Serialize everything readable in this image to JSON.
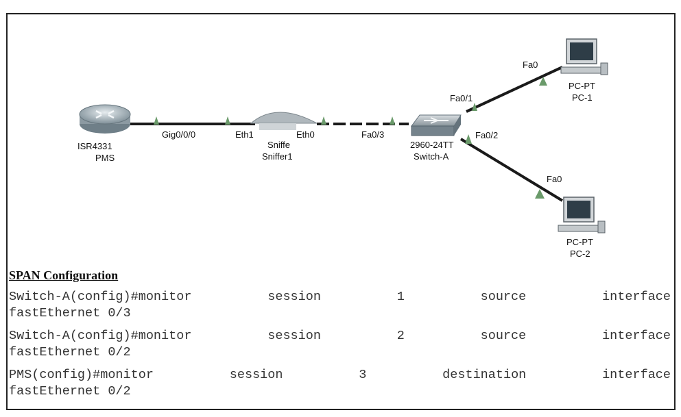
{
  "diagram": {
    "devices": {
      "router": {
        "model": "ISR4331",
        "name": "PMS",
        "icon": "router-icon"
      },
      "sniffer": {
        "model": "Sniffe",
        "name": "Sniffer1",
        "icon": "sniffer-icon"
      },
      "switch": {
        "model": "2960-24TT",
        "name": "Switch-A",
        "icon": "switch-icon"
      },
      "pc1": {
        "model": "PC-PT",
        "name": "PC-1",
        "icon": "pc-icon"
      },
      "pc2": {
        "model": "PC-PT",
        "name": "PC-2",
        "icon": "pc-icon"
      }
    },
    "ports": {
      "router_gig": "Gig0/0/0",
      "sniffer_eth1": "Eth1",
      "sniffer_eth0": "Eth0",
      "switch_fa03": "Fa0/3",
      "switch_fa01": "Fa0/1",
      "switch_fa02": "Fa0/2",
      "pc1_fa0": "Fa0",
      "pc2_fa0": "Fa0"
    },
    "colors": {
      "link": "#1a1a1a",
      "port_marker": "#6a9a6a"
    }
  },
  "span": {
    "title": "SPAN Configuration",
    "lines": [
      {
        "cmd": [
          "Switch-A(config)#monitor",
          "session",
          "1",
          "source",
          "interface"
        ],
        "cont": "fastEthernet 0/3"
      },
      {
        "cmd": [
          "Switch-A(config)#monitor",
          "session",
          "2",
          "source",
          "interface"
        ],
        "cont": "fastEthernet 0/2"
      },
      {
        "cmd": [
          "PMS(config)#monitor",
          "session",
          "3",
          "destination",
          "interface"
        ],
        "cont": "fastEthernet 0/2"
      }
    ]
  }
}
